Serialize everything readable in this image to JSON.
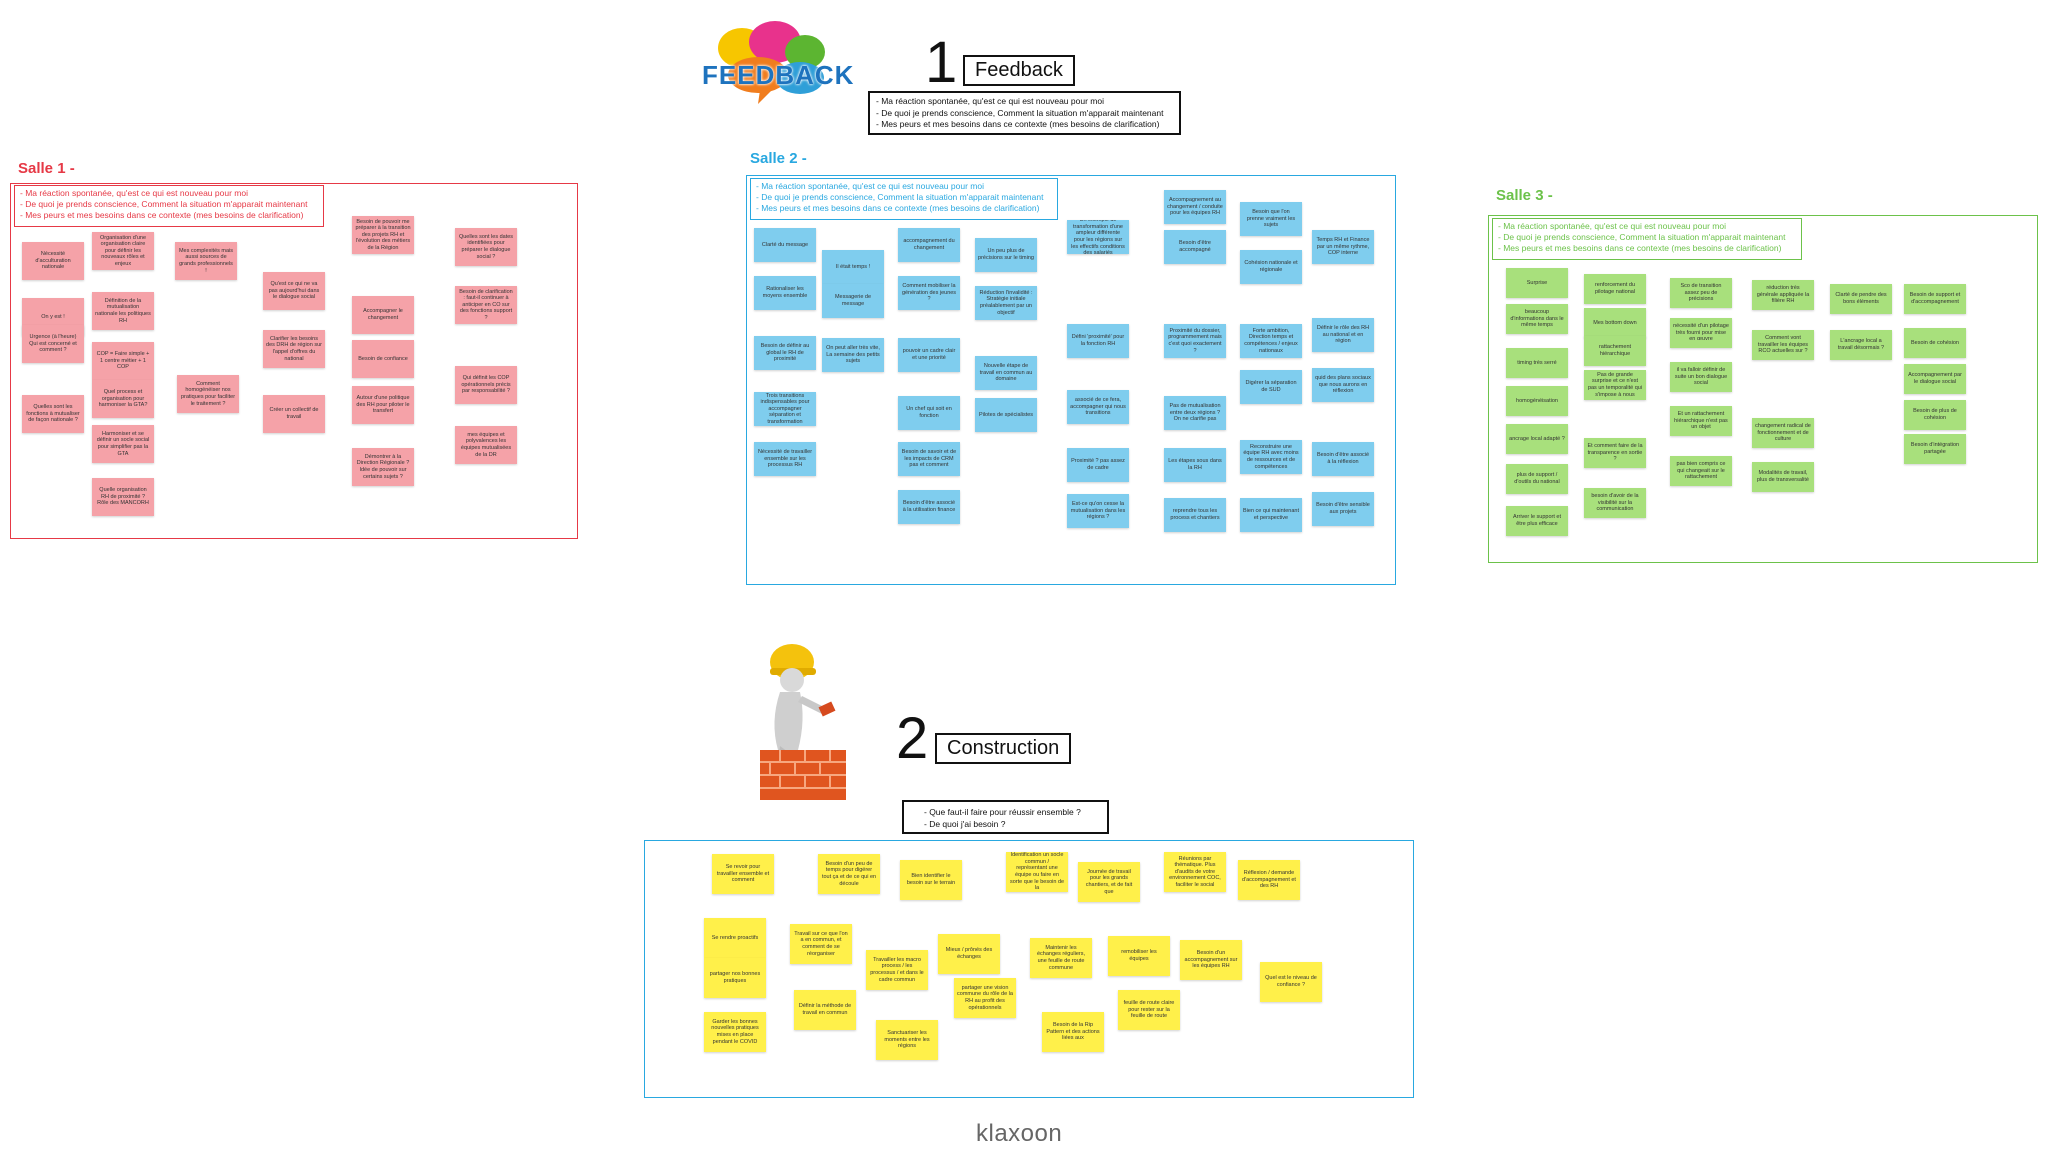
{
  "logo": {
    "text": "FEEDBACK"
  },
  "step1": {
    "number": "1",
    "title": "Feedback",
    "prompts": [
      "- Ma réaction spontanée, qu'est ce qui est nouveau pour moi",
      "- De quoi je prends conscience, Comment la situation m'apparait maintenant",
      "- Mes peurs et mes besoins dans ce contexte (mes besoins de clarification)"
    ]
  },
  "step2": {
    "number": "2",
    "title": "Construction",
    "prompts": [
      "- Que faut-il faire pour réussir ensemble ?",
      "- De quoi j'ai besoin ?"
    ]
  },
  "rooms": {
    "salle1": {
      "label": "Salle 1 -",
      "color": "#e63946",
      "prompts": [
        "- Ma réaction spontanée, qu'est ce qui est nouveau pour moi",
        "- De quoi je prends conscience, Comment la situation m'apparait maintenant",
        "- Mes peurs et mes besoins dans ce contexte (mes besoins de clarification)"
      ]
    },
    "salle2": {
      "label": "Salle 2 -",
      "color": "#29a8e0",
      "prompts": [
        "- Ma réaction spontanée, qu'est ce qui est nouveau pour moi",
        "- De quoi je prends conscience, Comment la situation m'apparait maintenant",
        "- Mes peurs et mes besoins dans ce contexte (mes besoins de clarification)"
      ]
    },
    "salle3": {
      "label": "Salle 3 -",
      "color": "#6cc24a",
      "prompts": [
        "- Ma réaction spontanée, qu'est ce qui est nouveau pour moi",
        "- De quoi je prends conscience, Comment la situation m'apparait maintenant",
        "- Mes peurs et mes besoins dans ce contexte (mes besoins de clarification)"
      ]
    }
  },
  "notes": {
    "salle1": [
      "Nécessité d'acculturation nationale",
      "Organisation d'une organisation claire pour définir les nouveaux rôles et enjeux",
      "Mes complexités mais aussi sources de grands professionnels !",
      "Qu'est ce qui ne va pas aujourd'hui dans le dialogue social",
      "Besoin de pouvoir me préparer à la transition des projets RH et l'évolution des métiers de la Région",
      "Quelles sont les dates identifiées pour préparer le dialogue social ?",
      "On y est !",
      "Définition de la mutualisation nationale les politiques RH",
      "Accompagner le changement",
      "Besoin de clarification : faut-il continuer à anticiper en CO sur des fonctions support ?",
      "Urgence (à l'heure) Qui est concerné et comment ?",
      "COP = Faire simple + 1 centre métier + 1 COP",
      "Clarifier les besoins des DRH de région sur l'appel d'offres du national",
      "Besoin de confiance",
      "Quelles sont les fonctions à mutualiser de façon nationale ?",
      "Quel process et organisation pour harmoniser la GTA?",
      "Comment homogénéiser nos pratiques pour faciliter le traitement ?",
      "Créer un collectif de travail",
      "Autour d'une politique des RH pour piloter le transfert",
      "Qui définit les COP opérationnels précis par responsabilité ?",
      "Harmoniser et se définir un socle social pour simplifier pas la GTA",
      "Démontrer à la Direction Régionale ? Idée de pouvoir sur certains sujets ?",
      "mes équipes et polyvalences les équipes mutualisées de la DR",
      "Quelle organisation RH de proximité ? Rôle des MANCORH"
    ],
    "salle2": [
      "Clarté du message",
      "accompagnement du changement",
      "Un peu plus de précisions sur le timing",
      "Un exemple de transformation d'une ampleur différente pour les régions sur les effectifs conditions des salariés",
      "Accompagnement au changement / conduite pour les équipes RH",
      "Besoin que l'on prenne vraiment les sujets",
      "Temps RH et Finance par un même rythme, COP interne",
      "Il était temps !",
      "Rationaliser les moyens ensemble",
      "Messagerie de message",
      "Comment mobiliser la génération des jeunes ?",
      "Réduction l'invalidité : Stratégie initiale préalablement par un objectif",
      "Besoin d'être accompagné",
      "Cohésion nationale et régionale",
      "Définir le rôle des RH au national et en région",
      "Besoin de définir au global le RH de proximité",
      "On peut aller très vite, La semaine des petits sujets",
      "pouvoir un cadre clair et une priorité",
      "Nouvelle étape de travail en commun au domaine",
      "Défini 'proximité' pour la fonction RH",
      "Proximité du dossier, programmement mais c'est quoi exactement ?",
      "Forte ambition, Direction temps et compétences / enjeux nationaux",
      "quid des plans sociaux que nous aurons en réflexion",
      "Trois transitions indispensables pour accompagner séparation et transformation",
      "Un chef qui soit en fonction",
      "Pilotes de spécialistes",
      "associé de ce fera, accompagner qui nous transitions",
      "Pas de mutualisation entre deux régions ? On ne clarifie pas",
      "Digérer la séparation de SUD",
      "Nécessité de travailler ensemble sur les processus RH",
      "Besoin de savoir et de les impacts de CRM pas et comment",
      "Proximité ? pas assez de cadre",
      "Les étapes sous dans la RH",
      "Reconstruire une équipe RH avec moins de ressources et de compétences",
      "Besoin d'être associé à la réflexion",
      "Besoin d'être associé à la utilisation finance",
      "Bien ce qui maintenant et perspective",
      "reprendre tous les process et chantiers",
      "Besoin d'être sensible aux projets",
      "Est-ce qu'on cesse la mutualisation dans les régions ?"
    ],
    "salle3": [
      "Surprise",
      "renforcement du pilotage national",
      "Sco de transition assez peu de précisions",
      "réduction très générale appliquée la filière RH",
      "Clarté de pendre des bons éléments",
      "Besoin de support et d'accompagnement",
      "beaucoup d'informations dans le même temps",
      "Mes bottom down",
      "nécessité d'un pilotage très fourni pour mise en œuvre",
      "Comment vont travailler les équipes RCO actuelles sur ?",
      "L'ancrage local a travail désormais ?",
      "Besoin de cohésion",
      "timing très serré",
      "rattachement hiérarchique",
      "il va falloir définir de suite un bon dialogue social",
      "Accompagnement par le dialogue social",
      "homogénéisation",
      "Pas de grande surprise et ce n'est pas un temporalité qui s'impose à nous",
      "Et un rattachement hiérarchique n'est pas un objet",
      "Besoin de plus de cohésion",
      "ancrage local adapté ?",
      "Et comment faire de la transparence en sortie ?",
      "changement radical de fonctionnement et de culture",
      "Besoin d'intégration partagée",
      "plus de support / d'outils du national",
      "pas bien compris ce qui changeait sur le rattachement",
      "Modalités de travail, plus de transversalité",
      "Arriver le support et être plus efficace",
      "besoin d'avoir de la visibilité sur la communication"
    ],
    "construction": [
      "Se revoir pour travailler ensemble et comment",
      "Besoin d'un peu de temps pour digérer tout ça et de ce qui en découle",
      "Bien identifier le besoin sur le terrain",
      "Identification un socle commun / représentant une équipe ou faire en sorte que le besoin de la",
      "Journée de travail pour les grands chantiers, et de fait que",
      "Réunions par thématique. Plus d'audits de votre environnement COC, faciliter le social",
      "Réflexion / demande d'accompagnement et des RH",
      "Se rendre proactifs",
      "Travail sur ce que l'on a en commun, et comment de se réorganiser",
      "Mieux / prônés des échanges",
      "Maintenir les échanges réguliers, une feuille de route commune",
      "remobiliser les équipes",
      "Besoin d'un accompagnement sur les équipes RH",
      "partager nos bonnes pratiques",
      "Travailler les macro process / les processus / et dans le cadre commun",
      "partager une vision commune du rôle de la RH au profit des opérationnels",
      "feuille de route claire pour rester sur la feuille de route",
      "Quel est le niveau de confiance ?",
      "Définir la méthode de travail en commun",
      "Garder les bonnes nouvelles pratiques mises en place pendant le COVID",
      "Sanctuariser les moments entre les régions",
      "Besoin de la Rip Pattern et des actions liées aux"
    ]
  },
  "footer": {
    "brand": "klaxoon"
  }
}
